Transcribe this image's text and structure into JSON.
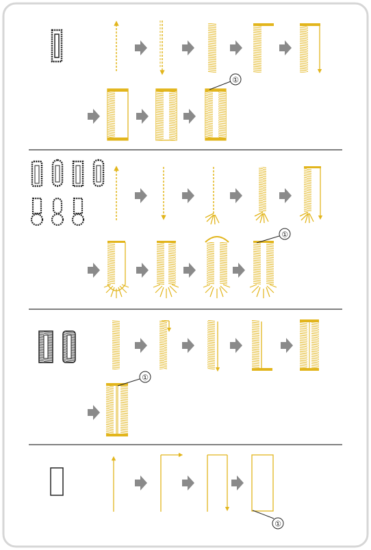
{
  "colors": {
    "frame_border": "#d6d6d6",
    "divider": "#555555",
    "stitch": "#e2b51c",
    "stitch_dark": "#c99b0a",
    "arrow": "#8a8a8a",
    "icon": "#2a2a2a"
  },
  "sections": [
    {
      "id": "buttonhole-square",
      "icons": [
        "square-buttonhole-icon"
      ],
      "callout": "①"
    },
    {
      "id": "buttonhole-round-keyhole",
      "icons": [
        "round-end-buttonhole-icon",
        "round-both-ends-buttonhole-icon",
        "square-end-buttonhole-icon",
        "rounded-end-buttonhole-icon",
        "keyhole-buttonhole-icon",
        "keyhole-round-buttonhole-icon",
        "keyhole-square-buttonhole-icon"
      ],
      "callout": "①"
    },
    {
      "id": "buttonhole-stretch-heirloom",
      "icons": [
        "stretch-buttonhole-icon",
        "heirloom-buttonhole-icon"
      ],
      "callout": "①"
    },
    {
      "id": "buttonhole-bound",
      "icons": [
        "bound-buttonhole-icon"
      ],
      "callout": "①"
    }
  ]
}
